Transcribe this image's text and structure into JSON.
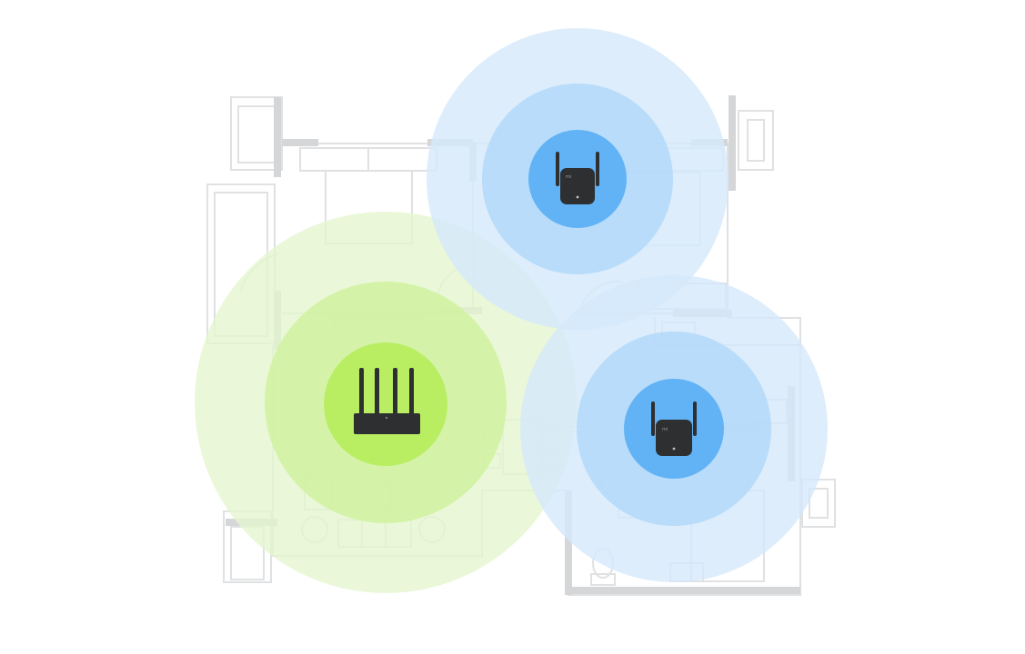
{
  "colors": {
    "background": "#ffffff",
    "wall_dark": "#d6d8da",
    "wall_light": "#e6e8ea",
    "router_coverage_outer": "#eaf8da",
    "router_coverage_mid": "#d2f3a4",
    "router_coverage_inner": "#b9ee63",
    "extender_coverage_outer": "#d9ebfb",
    "extender_coverage_mid": "#b4d9f8",
    "extender_coverage_inner": "#62b3f5",
    "device_body": "#2e2f31"
  },
  "devices": [
    {
      "kind": "router",
      "icon": "router-icon",
      "antennas": 4
    },
    {
      "kind": "extender",
      "icon": "wifi-extender-icon",
      "antennas": 2,
      "badge": "mi"
    },
    {
      "kind": "extender",
      "icon": "wifi-extender-icon",
      "antennas": 2,
      "badge": "mi"
    }
  ]
}
